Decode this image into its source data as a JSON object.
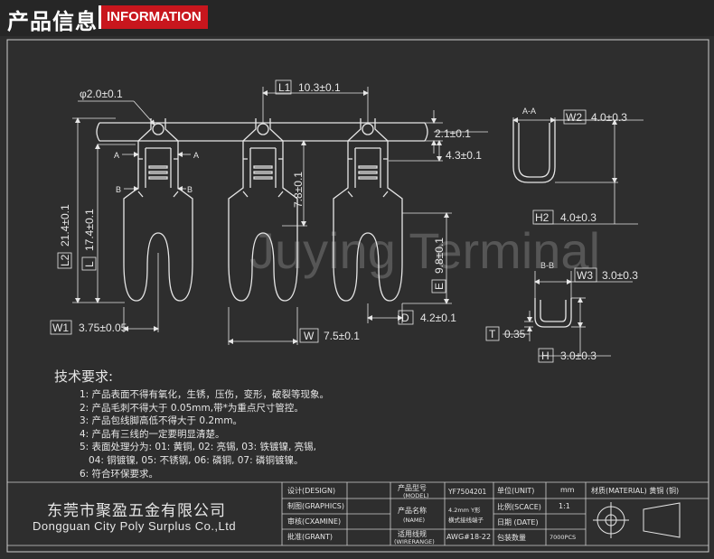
{
  "header": {
    "title_cn": "产品信息",
    "title_en": "INFORMATION"
  },
  "drawing": {
    "dims": {
      "hole_dia": "φ2.0±0.1",
      "L1_tag": "L1",
      "L1_val": "10.3±0.1",
      "L2_tag": "L2",
      "L2_val": "21.4±0.1",
      "L_tag": "L",
      "L_val": "17.4±0.1",
      "W1_tag": "W1",
      "W1_val": "3.75±0.05",
      "W_tag": "W",
      "W_val": "7.5±0.1",
      "d_21": "2.1±0.1",
      "d_43": "4.3±0.1",
      "d_78": "7.8±0.1",
      "E_tag": "E",
      "E_val": "9.8±0.1",
      "D_tag": "D",
      "D_val": "4.2±0.1",
      "W2_tag": "W2",
      "W2_val": "4.0±0.3",
      "H2_tag": "H2",
      "H2_val": "4.0±0.3",
      "W3_tag": "W3",
      "W3_val": "3.0±0.3",
      "T_tag": "T",
      "T_val": "0.35",
      "H_tag": "H",
      "H_val": "3.0±0.3"
    },
    "section_labels": {
      "aa": "A-A",
      "bb": "B-B",
      "a_left": "A",
      "a_right": "A",
      "b_left": "B",
      "b_right": "B"
    },
    "watermark": "Juying Terminal"
  },
  "requirements": {
    "title": "技术要求:",
    "lines": [
      "1: 产品表面不得有氧化，生锈，压伤，变形，破裂等现象。",
      "2: 产品毛刺不得大于 0.05mm,带*为重点尺寸管控。",
      "3: 产品包线脚高低不得大于 0.2mm。",
      "4: 产品有三线的一定要明显清楚。",
      "5: 表面处理分为: 01: 黄铜, 02: 亮锡, 03: 铁镀镍, 亮锡,",
      "   04: 铜镀镍, 05: 不锈钢, 06: 磷铜, 07: 磷铜镀镍。",
      "6: 符合环保要求。"
    ]
  },
  "title_block": {
    "company_cn": "东莞市聚盈五金有限公司",
    "company_en": "Dongguan City Poly Surplus Co.,Ltd",
    "design": "设计(DESIGN)",
    "graphics": "制图(GRAPHICS)",
    "examine": "审核(CXAMINE)",
    "grant": "批准(GRANT)",
    "model_label": "产品型号",
    "model_sub": "(MODEL)",
    "model_val": "YF7504201",
    "unit_label": "单位(UNIT)",
    "unit_val": "mm",
    "name_label": "产品名称",
    "name_sub": "(NAME)",
    "name_val1": "4.2mm Y形",
    "name_val2": "横式接线端子",
    "scale_label": "比例(SCACE)",
    "scale_val": "1:1",
    "date_label": "日期 (DATE)",
    "wire_label": "适用线规",
    "wire_sub": "(WIRERANGE)",
    "wire_val": "AWG#18-22",
    "pack_label": "包装数量",
    "pack_val": "7000PCS",
    "material": "材质(MATERIAL) 黄铜 (铜)"
  }
}
